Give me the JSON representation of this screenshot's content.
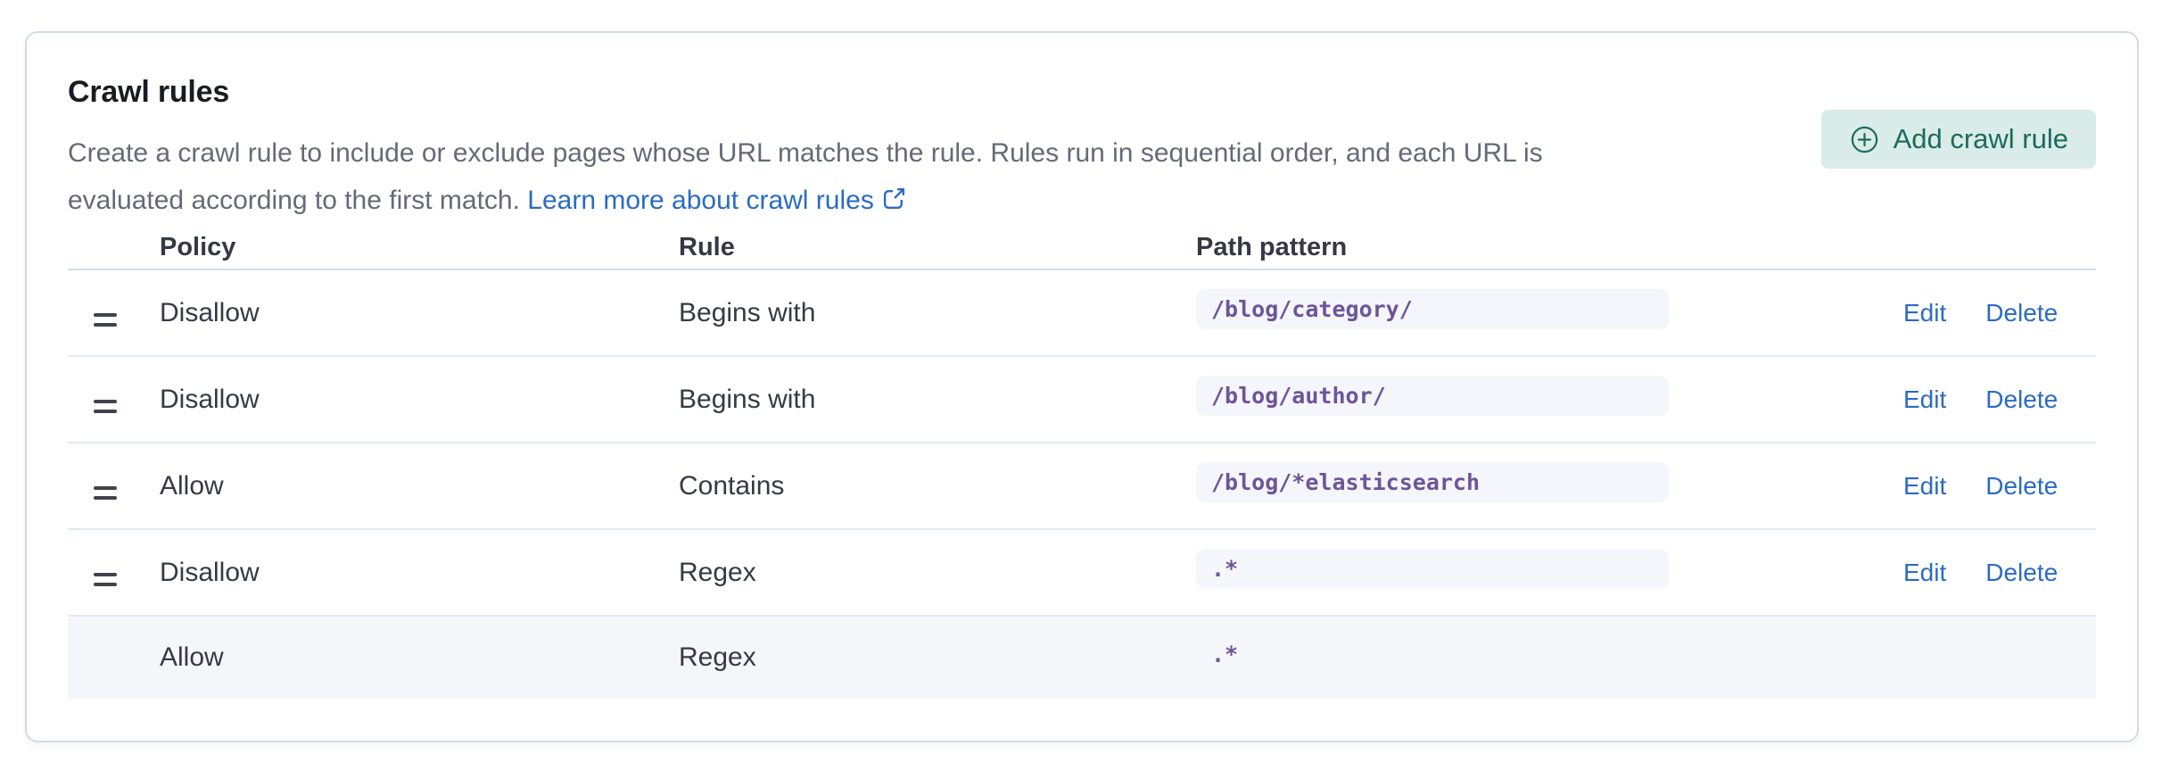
{
  "panel": {
    "title": "Crawl rules",
    "description_line1": "Create a crawl rule to include or exclude pages whose URL matches the rule. Rules run in sequential order, and each URL is",
    "description_line2": "evaluated according to the first match.",
    "learn_more_link": "Learn more about crawl rules",
    "add_button_label": "Add crawl rule"
  },
  "table": {
    "headers": [
      "Policy",
      "Rule",
      "Path pattern"
    ],
    "edit_label": "Edit",
    "delete_label": "Delete",
    "rows": [
      {
        "policy": "Disallow",
        "rule": "Begins with",
        "path_pattern": "/blog/category/",
        "draggable": true,
        "has_actions": true,
        "highlighted": false
      },
      {
        "policy": "Disallow",
        "rule": "Begins with",
        "path_pattern": "/blog/author/",
        "draggable": true,
        "has_actions": true,
        "highlighted": false
      },
      {
        "policy": "Allow",
        "rule": "Contains",
        "path_pattern": "/blog/*elasticsearch",
        "draggable": true,
        "has_actions": true,
        "highlighted": false
      },
      {
        "policy": "Disallow",
        "rule": "Regex",
        "path_pattern": ".*",
        "draggable": true,
        "has_actions": true,
        "highlighted": false
      },
      {
        "policy": "Allow",
        "rule": "Regex",
        "path_pattern": ".*",
        "draggable": false,
        "has_actions": false,
        "highlighted": true
      }
    ]
  },
  "colors": {
    "card_border": "#d3dae6",
    "title_text": "#1a1c21",
    "description_text": "#646a77",
    "link_blue": "#2b6bc4",
    "button_bg": "#d9ece7",
    "button_text": "#1d6a5e",
    "code_bg": "#f4f6fb",
    "code_text": "#6e5599",
    "highlighted_row_bg": "#f4f6f9",
    "row_border": "#e3e8f3"
  }
}
